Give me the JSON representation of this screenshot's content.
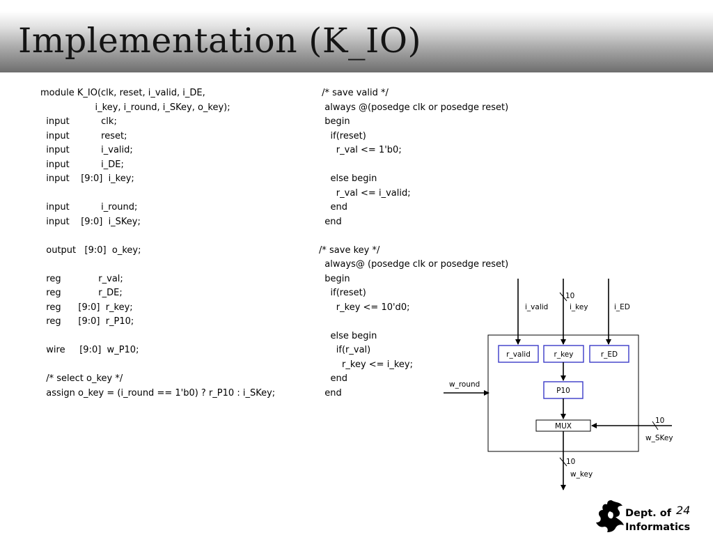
{
  "title": "Implementation (K_IO)",
  "code_left": [
    "module K_IO(clk, reset, i_valid, i_DE,",
    "                   i_key, i_round, i_SKey, o_key);",
    "  input           clk;",
    "  input           reset;",
    "  input           i_valid;",
    "  input           i_DE;",
    "  input    [9:0]  i_key;",
    "",
    "  input           i_round;",
    "  input    [9:0]  i_SKey;",
    "",
    "  output   [9:0]  o_key;",
    "",
    "  reg             r_val;",
    "  reg             r_DE;",
    "  reg      [9:0]  r_key;",
    "  reg      [9:0]  r_P10;",
    "",
    "  wire     [9:0]  w_P10;",
    "",
    "  /* select o_key */",
    "  assign o_key = (i_round == 1'b0) ? r_P10 : i_SKey;"
  ],
  "code_right": [
    " /* save valid */",
    "  always @(posedge clk or posedge reset)",
    "  begin",
    "    if(reset)",
    "      r_val <= 1'b0;",
    "",
    "    else begin",
    "      r_val <= i_valid;",
    "    end",
    "  end",
    "",
    "/* save key */",
    "  always@ (posedge clk or posedge reset)",
    "  begin",
    "    if(reset)",
    "      r_key <= 10'd0;",
    "",
    "    else begin",
    "      if(r_val)",
    "        r_key <= i_key;",
    "    end",
    "  end"
  ],
  "diagram": {
    "inputs": {
      "i_valid": "i_valid",
      "i_key": "i_key",
      "i_ED": "i_ED",
      "w_round": "w_round",
      "w_SKey": "w_SKey"
    },
    "bus_width_i_key": "10",
    "bus_width_w_SKey": "10",
    "bus_width_w_key": "10",
    "registers": {
      "r_valid": "r_valid",
      "r_key": "r_key",
      "r_ED": "r_ED"
    },
    "p10": "P10",
    "mux": "MUX",
    "output": "w_key",
    "register_border_color": "#3a3ac8"
  },
  "footer": {
    "dept_line1": "Dept. of",
    "dept_line2": "Informatics",
    "page_number": "24"
  }
}
